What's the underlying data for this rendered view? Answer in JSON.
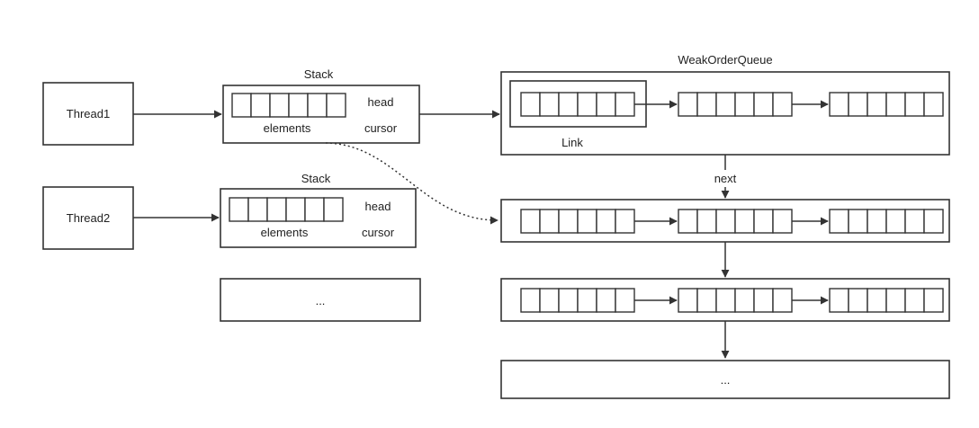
{
  "thread1_label": "Thread1",
  "thread2_label": "Thread2",
  "stack1": {
    "title": "Stack",
    "elements": "elements",
    "head": "head",
    "cursor": "cursor"
  },
  "stack2": {
    "title": "Stack",
    "elements": "elements",
    "head": "head",
    "cursor": "cursor"
  },
  "stack_more": "...",
  "queue": {
    "title": "WeakOrderQueue",
    "link_label": "Link",
    "next_label": "next"
  },
  "queue_more": "...",
  "cells_per_array": 6
}
